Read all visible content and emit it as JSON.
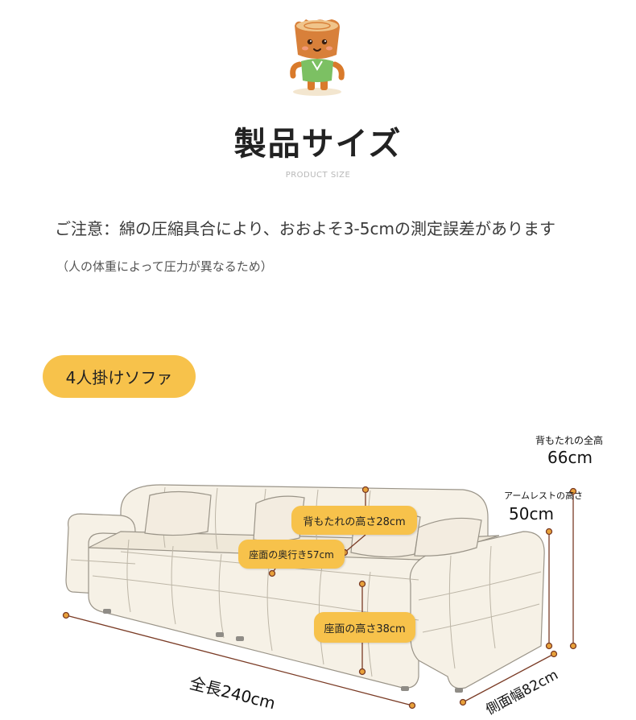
{
  "header": {
    "title": "製品サイズ",
    "subtitle": "PRODUCT SIZE",
    "notice": "ご注意：綿の圧縮具合により、おおよそ3-5cmの測定誤差があります",
    "notice_sub": "（人の体重によって圧力が異なるため）"
  },
  "product": {
    "name": "4人掛けソファ"
  },
  "dimensions": {
    "back_height_total_label": "背もたれの全高",
    "back_height_total_value": "66cm",
    "armrest_height_label": "アームレストの高さ",
    "armrest_height_value": "50cm",
    "back_height": "背もたれの高さ28cm",
    "seat_depth": "座面の奥行き57cm",
    "seat_height": "座面の高さ38cm",
    "total_length": "全長240cm",
    "side_width": "側面幅82cm"
  },
  "colors": {
    "accent": "#f7c24b",
    "sofa": "#f6f1e6",
    "line": "#7a3b25"
  },
  "icons": {
    "mascot": "tree-stump-mascot-icon"
  }
}
